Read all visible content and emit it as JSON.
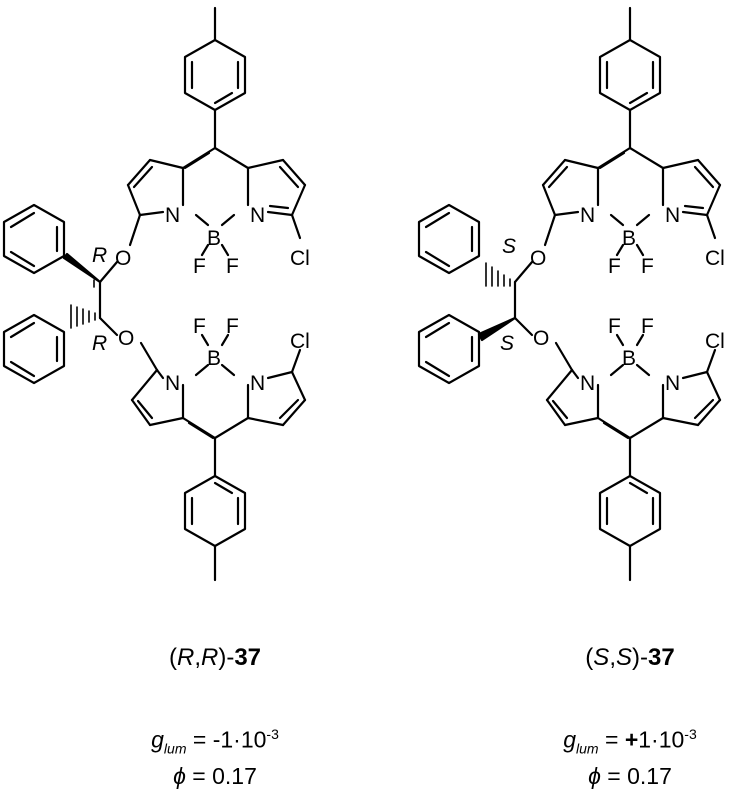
{
  "structures": [
    {
      "id": "RR",
      "config": "R",
      "atoms": {
        "N": "N",
        "B": "B",
        "F": "F",
        "Cl": "Cl",
        "O": "O"
      },
      "name": {
        "open": "(",
        "c1": "R",
        "sep": ",",
        "c2": "R",
        "close": ")-",
        "num": "37"
      },
      "g": {
        "sym": "g",
        "sub": "lum",
        "eq": " = ",
        "sign": "-",
        "mant": "1·10",
        "exp": "-3"
      },
      "phi": {
        "sym": "ϕ",
        "val": " = 0.17"
      }
    },
    {
      "id": "SS",
      "config": "S",
      "atoms": {
        "N": "N",
        "B": "B",
        "F": "F",
        "Cl": "Cl",
        "O": "O"
      },
      "name": {
        "open": "(",
        "c1": "S",
        "sep": ",",
        "c2": "S",
        "close": ")-",
        "num": "37"
      },
      "g": {
        "sym": "g",
        "sub": "lum",
        "eq": " = ",
        "sign": "+",
        "mant": "1·10",
        "exp": "-3"
      },
      "phi": {
        "sym": "ϕ",
        "val": " = 0.17"
      }
    }
  ]
}
